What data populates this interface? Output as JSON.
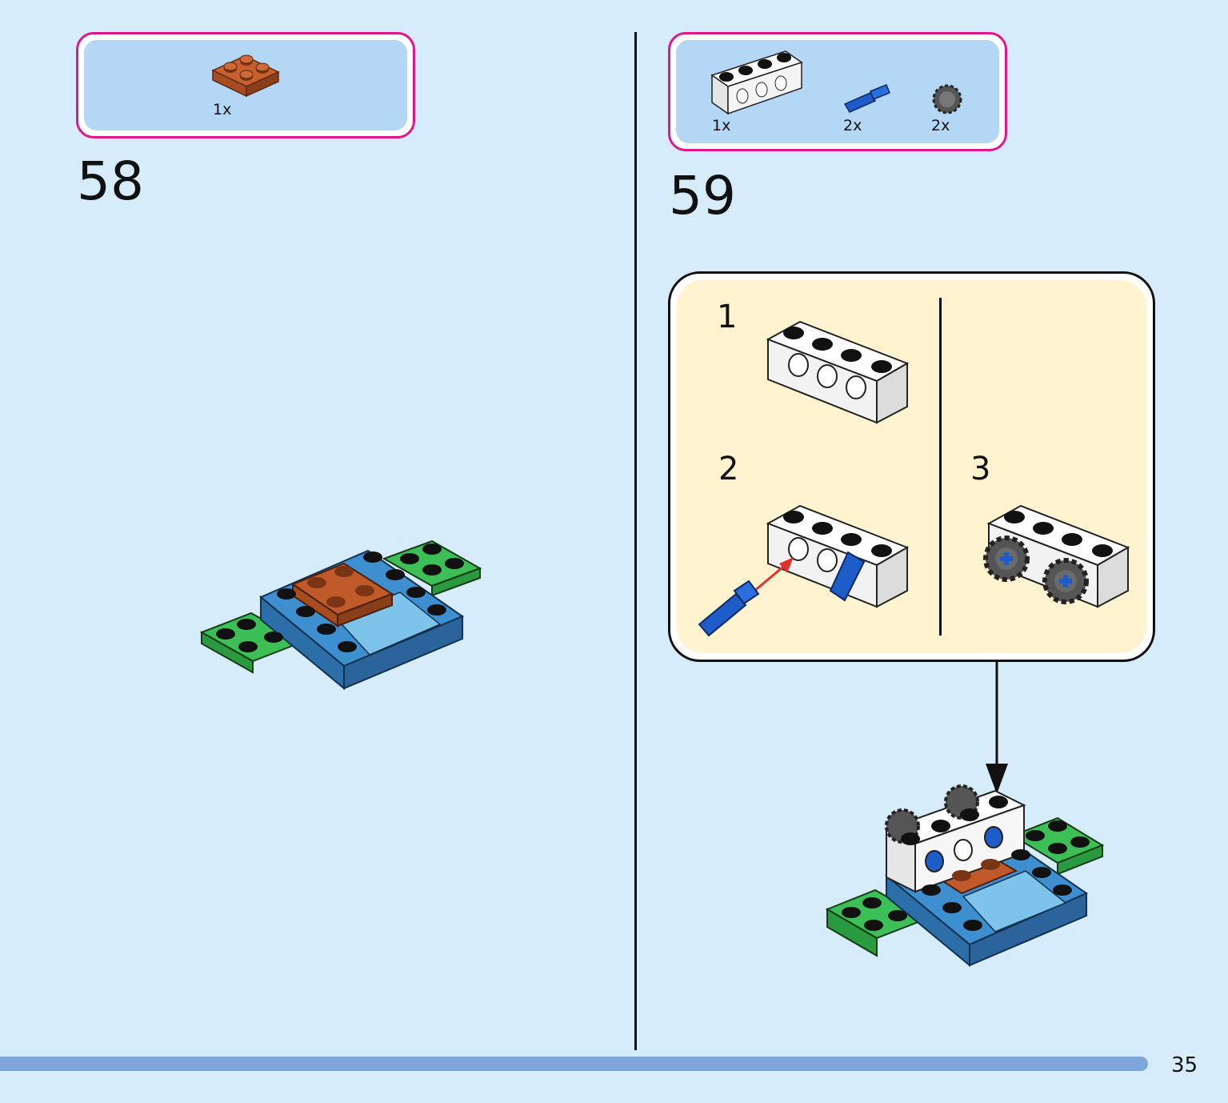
{
  "step58": {
    "number": "58",
    "parts": [
      {
        "qty": "1x",
        "icon": "brown-2x2-plate-icon"
      }
    ]
  },
  "step59": {
    "number": "59",
    "parts": [
      {
        "qty": "1x",
        "icon": "white-1x4-technic-brick-icon"
      },
      {
        "qty": "2x",
        "icon": "blue-axle-pin-icon"
      },
      {
        "qty": "2x",
        "icon": "gray-gear-icon"
      }
    ],
    "substeps": [
      "1",
      "2",
      "3"
    ]
  },
  "page_number": "35",
  "colors": {
    "background": "#d6ecfb",
    "parts_border": "#e0168c",
    "parts_fill": "#b3d7f5",
    "callout_fill": "#fff4cf",
    "footer_bar": "#7fa6da",
    "arrow_red": "#e03030"
  }
}
